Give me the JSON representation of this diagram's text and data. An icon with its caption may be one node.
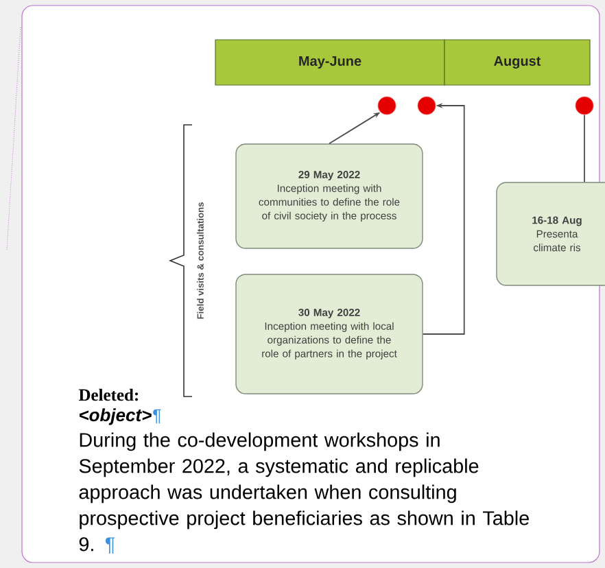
{
  "diagram": {
    "nodes": [
      {
        "text": [
          "May-June"
        ]
      },
      {
        "text": [
          "August"
        ]
      },
      {
        "text": [],
        "shape": "circle"
      },
      {
        "text": [],
        "shape": "circle"
      },
      {
        "text": [],
        "shape": "circle"
      },
      {
        "text": [
          "29 May 2022",
          "Inception meeting with communities to define the role of civil society in the process"
        ]
      },
      {
        "text": [
          "30 May 2022",
          "Inception meeting with local organizations to define the role of partners in the project"
        ]
      },
      {
        "text": [
          "16-18 Aug",
          "Presenta climate ris"
        ]
      }
    ],
    "edges": [
      {
        "from": 5,
        "to": 2,
        "arrow": "to"
      },
      {
        "from": 6,
        "to": 3,
        "arrow": "to"
      },
      {
        "from": 7,
        "to": 4,
        "arrow": "none"
      }
    ],
    "labels": [
      "Field visits & consultations",
      "Deleted:",
      "<object>",
      "¶",
      "During the co-development workshops in September 2022, a systematic and replicable approach was undertaken when consulting prospective project beneficiaries as shown in Table 9.",
      "¶"
    ]
  }
}
